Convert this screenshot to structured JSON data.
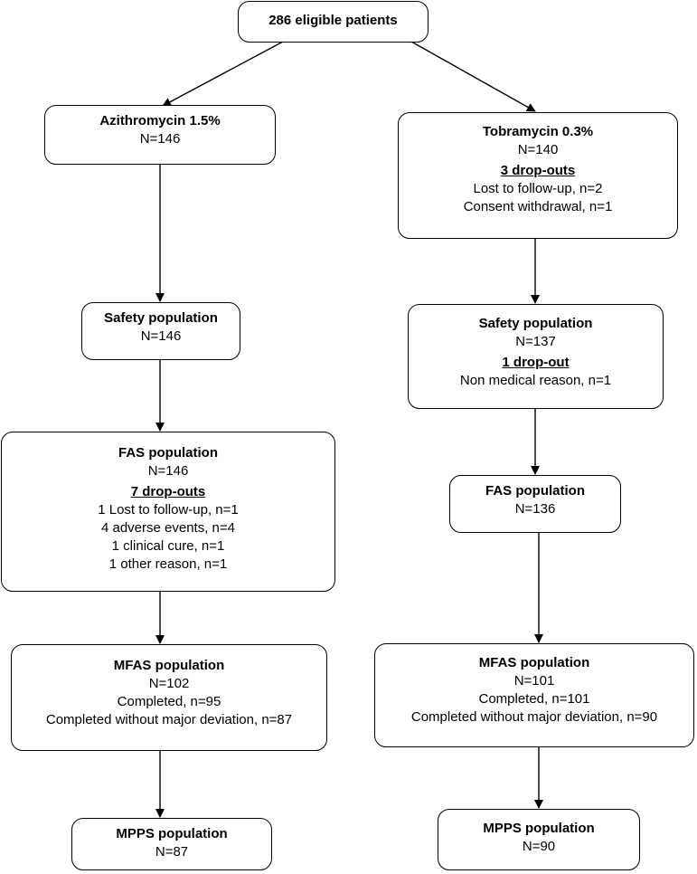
{
  "root": {
    "title": "286 eligible patients"
  },
  "left": {
    "arm": {
      "title": "Azithromycin 1.5%",
      "n": "N=146"
    },
    "safety": {
      "title": "Safety population",
      "n": "N=146"
    },
    "fas": {
      "title": "FAS population",
      "n": "N=146",
      "dropouts": "7 drop-outs",
      "reasons": [
        "1 Lost to follow-up, n=1",
        "4 adverse events, n=4",
        "1 clinical cure, n=1",
        "1 other reason, n=1"
      ]
    },
    "mfas": {
      "title": "MFAS population",
      "n": "N=102",
      "completed": "Completed, n=95",
      "completed_no_dev": "Completed without major deviation, n=87"
    },
    "mpps": {
      "title": "MPPS population",
      "n": "N=87"
    }
  },
  "right": {
    "arm": {
      "title": "Tobramycin 0.3%",
      "n": "N=140",
      "dropouts": "3 drop-outs",
      "reasons": [
        "Lost to follow-up, n=2",
        "Consent withdrawal, n=1"
      ]
    },
    "safety": {
      "title": "Safety population",
      "n": "N=137",
      "dropouts": "1 drop-out",
      "reasons": [
        "Non medical reason, n=1"
      ]
    },
    "fas": {
      "title": "FAS population",
      "n": "N=136"
    },
    "mfas": {
      "title": "MFAS population",
      "n": "N=101",
      "completed": "Completed, n=101",
      "completed_no_dev": "Completed without major deviation, n=90"
    },
    "mpps": {
      "title": "MPPS population",
      "n": "N=90"
    }
  }
}
